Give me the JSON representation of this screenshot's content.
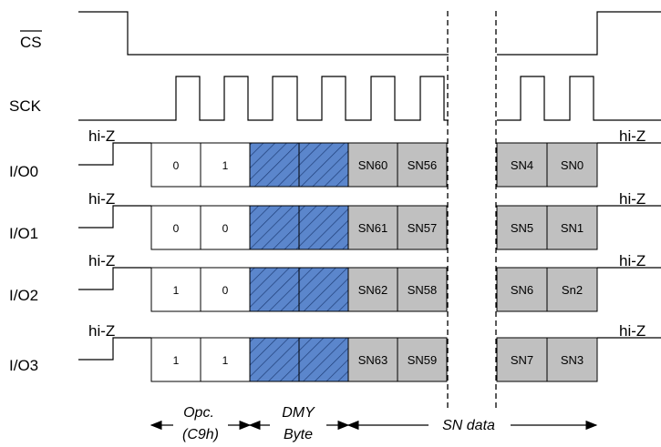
{
  "signals": {
    "cs": "CS",
    "sck": "SCK",
    "io": [
      "I/O0",
      "I/O1",
      "I/O2",
      "I/O3"
    ]
  },
  "hi_z": "hi-Z",
  "lanes": [
    {
      "opcode_bits": [
        "0",
        "1"
      ],
      "first_sn": [
        "SN60",
        "SN56"
      ],
      "last_sn": [
        "SN4",
        "SN0"
      ]
    },
    {
      "opcode_bits": [
        "0",
        "0"
      ],
      "first_sn": [
        "SN61",
        "SN57"
      ],
      "last_sn": [
        "SN5",
        "SN1"
      ]
    },
    {
      "opcode_bits": [
        "1",
        "0"
      ],
      "first_sn": [
        "SN62",
        "SN58"
      ],
      "last_sn": [
        "SN6",
        "Sn2"
      ]
    },
    {
      "opcode_bits": [
        "1",
        "1"
      ],
      "first_sn": [
        "SN63",
        "SN59"
      ],
      "last_sn": [
        "SN7",
        "SN3"
      ]
    }
  ],
  "phases": {
    "opcode": {
      "line1": "Opc.",
      "line2": "(C9h)"
    },
    "dummy": {
      "line1": "DMY",
      "line2": "Byte"
    },
    "data": "SN data"
  },
  "colors": {
    "dummy_fill": "#5b86cc",
    "sn_fill": "#c0c0c0",
    "line": "#000000"
  }
}
